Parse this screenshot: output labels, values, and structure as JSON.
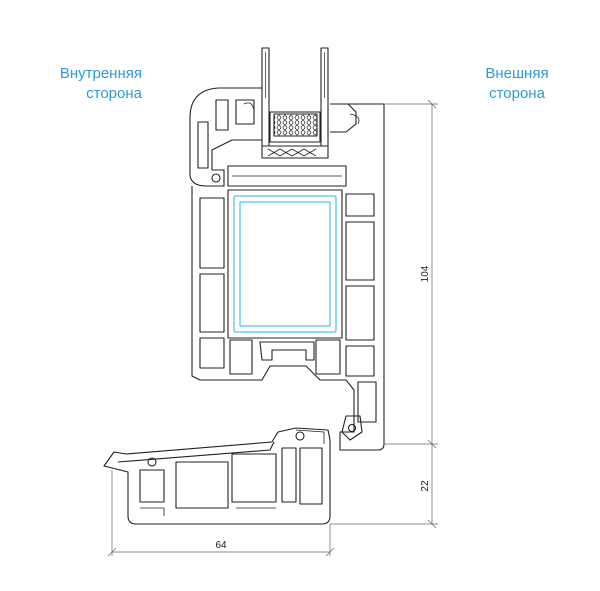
{
  "labels": {
    "inner_line1": "Внутренняя",
    "inner_line2": "сторона",
    "outer_line1": "Внешняя",
    "outer_line2": "сторона"
  },
  "dimensions": {
    "frame_height": "104",
    "sill_height": "22",
    "sill_width": "64"
  },
  "colors": {
    "label": "#2e9ad8",
    "steel_reinforcement": "#5cc2e8",
    "profile_line": "#222222"
  }
}
